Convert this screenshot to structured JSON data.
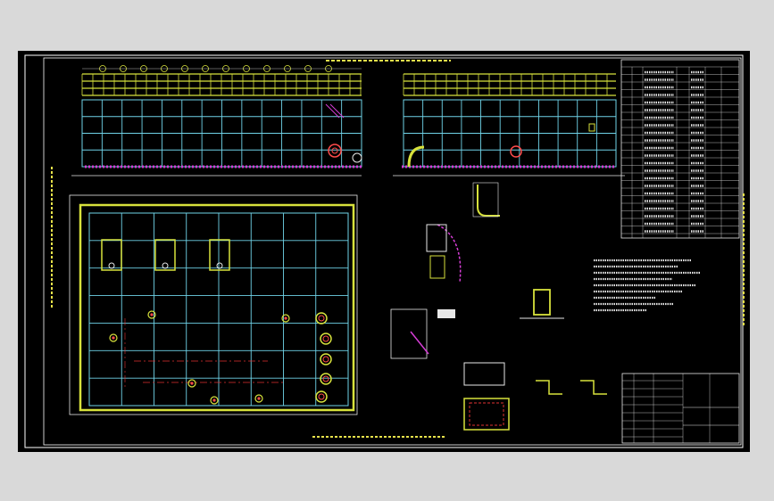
{
  "drawing": {
    "background": "#000000",
    "frame_color": "#ffffff",
    "line_colors": {
      "steel": "#d8e23c",
      "grid": "#6fd3e8",
      "outline": "#e8e8e8",
      "hatch": "#d63dd6",
      "callout": "#19c9c9",
      "centerline": "#e03232",
      "highlight": "#ff4b4b",
      "text_yellow": "#e7e24a",
      "text_cyan": "#2ee6e6"
    },
    "tiny_marks": [
      "1",
      "2",
      "3",
      "4",
      "5",
      "A",
      "B",
      "C",
      "D",
      "F",
      "H"
    ]
  }
}
